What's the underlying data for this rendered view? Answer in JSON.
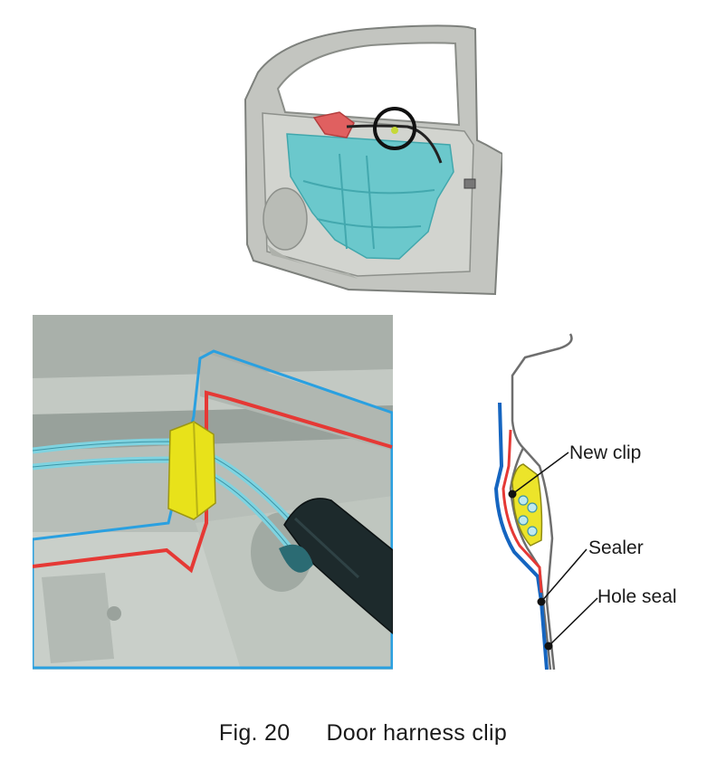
{
  "figure": {
    "caption_number": "Fig. 20",
    "caption_title": "Door harness clip"
  },
  "callouts": {
    "new_clip": "New clip",
    "sealer": "Sealer",
    "hole_seal": "Hole seal"
  },
  "colors": {
    "hole_seal": "#1565c0",
    "sealer": "#e53935",
    "clip": "#e8e21a",
    "harness": "#7fd3e0",
    "detail_outline": "#2aa0e0",
    "door_panel": "#c9cbc6",
    "door_trim": "#5fc6c8",
    "door_part_red": "#e06060"
  }
}
